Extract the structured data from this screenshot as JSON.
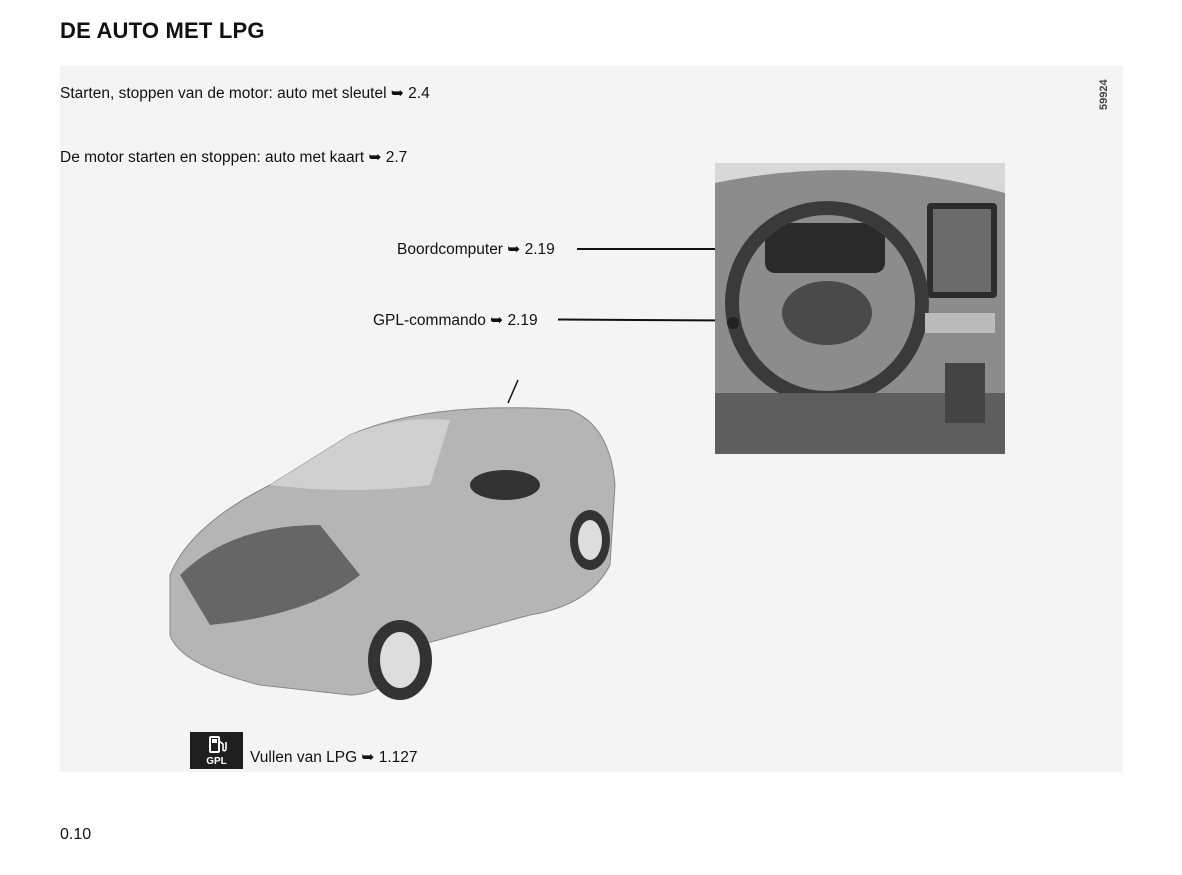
{
  "title": "DE AUTO MET LPG",
  "figure_ref": "59924",
  "lines": {
    "start_key": "Starten, stoppen van de motor: auto met sleutel ➥ 2.4",
    "start_card": "De motor starten en stoppen: auto met kaart ➥ 2.7",
    "boordcomputer": "Boordcomputer ➥ 2.19",
    "gpl_command": "GPL-commando ➥ 2.19",
    "fill_lpg": "Vullen van LPG ➥ 1.127"
  },
  "gpl_icon_label": "GPL",
  "page_number": "0.10"
}
